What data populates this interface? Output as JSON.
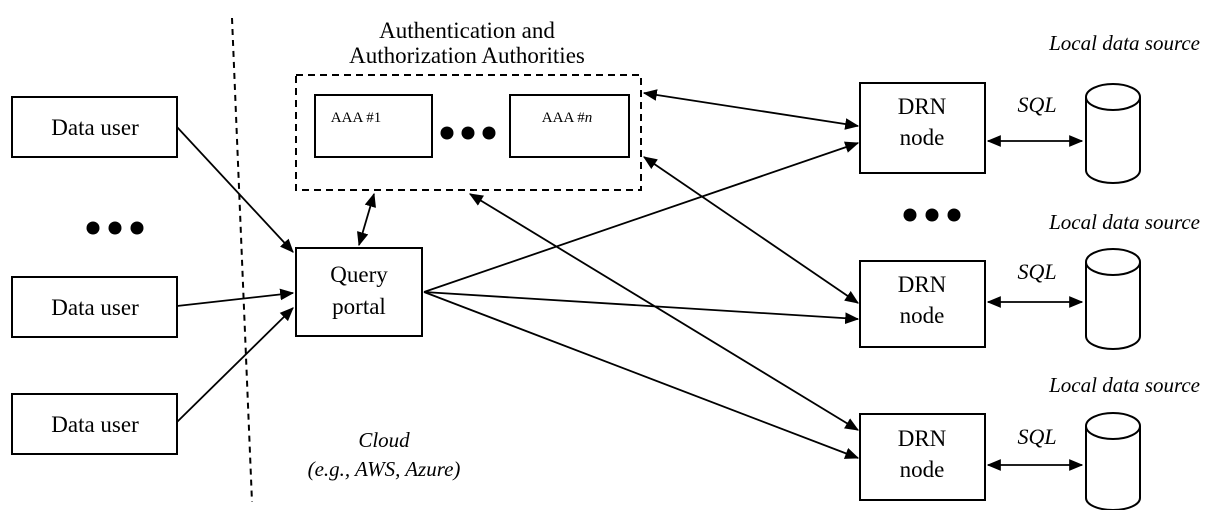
{
  "aaa_group": {
    "title_line1": "Authentication and",
    "title_line2": "Authorization Authorities",
    "box1": "AAA #1",
    "boxn_prefix": "AAA #",
    "boxn_suffix": "n"
  },
  "data_users": [
    "Data user",
    "Data user",
    "Data user"
  ],
  "query_portal": {
    "line1": "Query",
    "line2": "portal"
  },
  "cloud": {
    "line1": "Cloud",
    "line2": "(e.g., AWS, Azure)"
  },
  "drn_nodes": [
    {
      "line1": "DRN",
      "line2": "node"
    },
    {
      "line1": "DRN",
      "line2": "node"
    },
    {
      "line1": "DRN",
      "line2": "node"
    }
  ],
  "local_sources": [
    {
      "label": "Local data source",
      "link": "SQL"
    },
    {
      "label": "Local data source",
      "link": "SQL"
    },
    {
      "label": "Local data source",
      "link": "SQL"
    }
  ]
}
